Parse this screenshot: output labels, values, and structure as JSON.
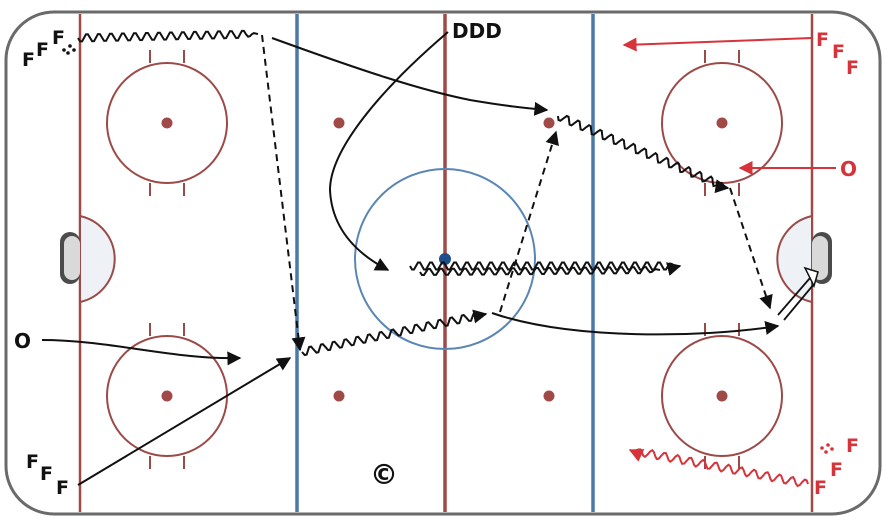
{
  "rink": {
    "colors": {
      "board": "#6a6a6a",
      "ice": "#ffffff",
      "goal_line": "#a04a48",
      "center_line": "#a04a48",
      "blue_line": "#4a78a8",
      "center_circle": "#5a86b4",
      "faceoff_circle": "#9c4a48",
      "dot": "#a04a48",
      "crease": "#eef2f7",
      "net": "#4b4b4b",
      "puck": "#1f4e8c",
      "black_path": "#111111",
      "red_path": "#d6333a"
    }
  },
  "labels": {
    "ddd": "DDD",
    "fff_top_left": [
      "F",
      "F",
      "F"
    ],
    "fff_bottom_left": [
      "F",
      "F",
      "F"
    ],
    "fff_top_right": [
      "F",
      "F",
      "F"
    ],
    "fff_bottom_right": [
      "F",
      "F",
      "F"
    ],
    "o_left": "O",
    "o_right": "O",
    "copyright": "©"
  }
}
